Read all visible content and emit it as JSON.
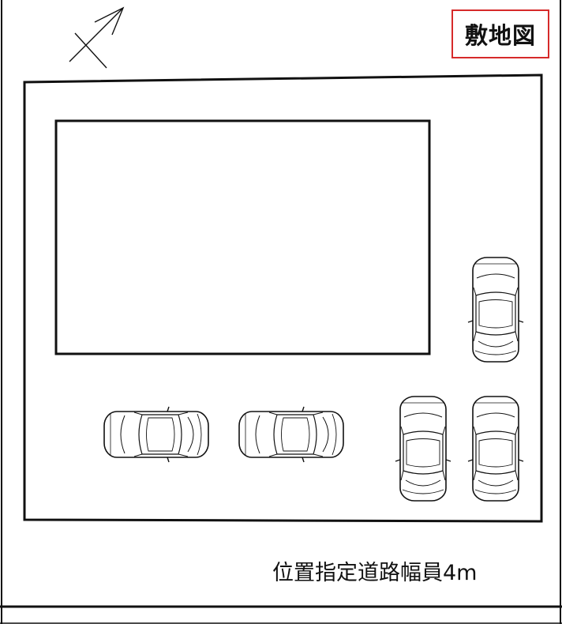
{
  "title": "敷地図",
  "road_label": "位置指定道路幅員4m",
  "icons": {
    "north_arrow": "north-arrow-icon",
    "car": "car-icon"
  },
  "parking": {
    "horizontal_cars": 2,
    "vertical_cars": 3
  },
  "colors": {
    "line": "#111111",
    "title_border": "#d62a2a",
    "background": "#ffffff"
  }
}
